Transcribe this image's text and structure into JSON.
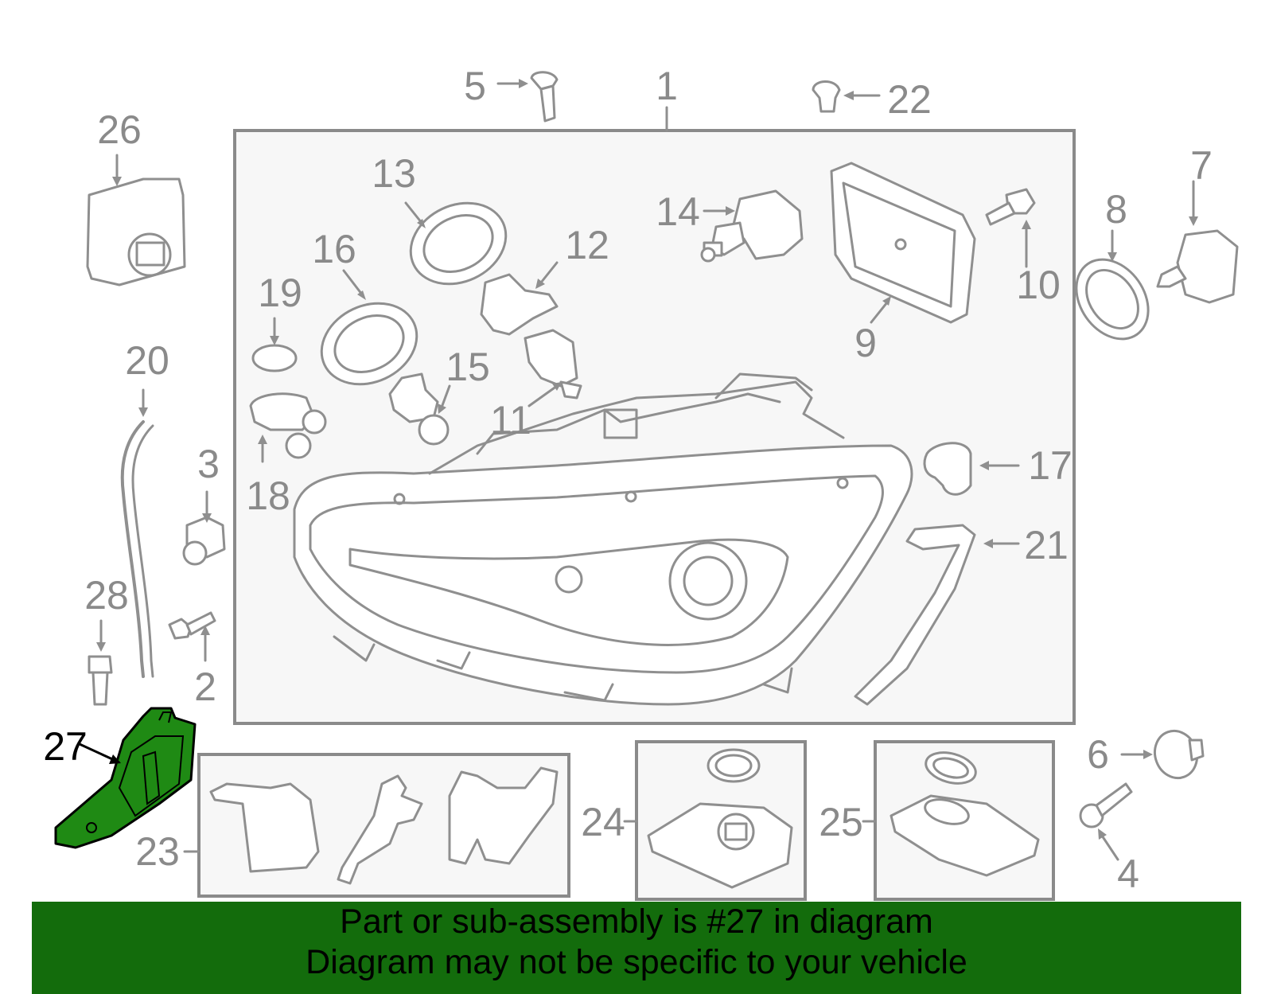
{
  "labels": {
    "l1": "1",
    "l2": "2",
    "l3": "3",
    "l4": "4",
    "l5": "5",
    "l6": "6",
    "l7": "7",
    "l8": "8",
    "l9": "9",
    "l10": "10",
    "l11": "11",
    "l12": "12",
    "l13": "13",
    "l14": "14",
    "l15": "15",
    "l16": "16",
    "l17": "17",
    "l18": "18",
    "l19": "19",
    "l20": "20",
    "l21": "21",
    "l22": "22",
    "l23": "23",
    "l24": "24",
    "l25": "25",
    "l26": "26",
    "l27": "27",
    "l28": "28"
  },
  "highlight": {
    "part_number": "27",
    "color": "#136c0c"
  },
  "banner": {
    "line1": "Part or sub-assembly is #27 in diagram",
    "line2": "Diagram may not be specific to your vehicle",
    "background": "#136c0c"
  },
  "colors": {
    "line": "#8f8f8f",
    "highlight_fill": "#1f8a14"
  }
}
